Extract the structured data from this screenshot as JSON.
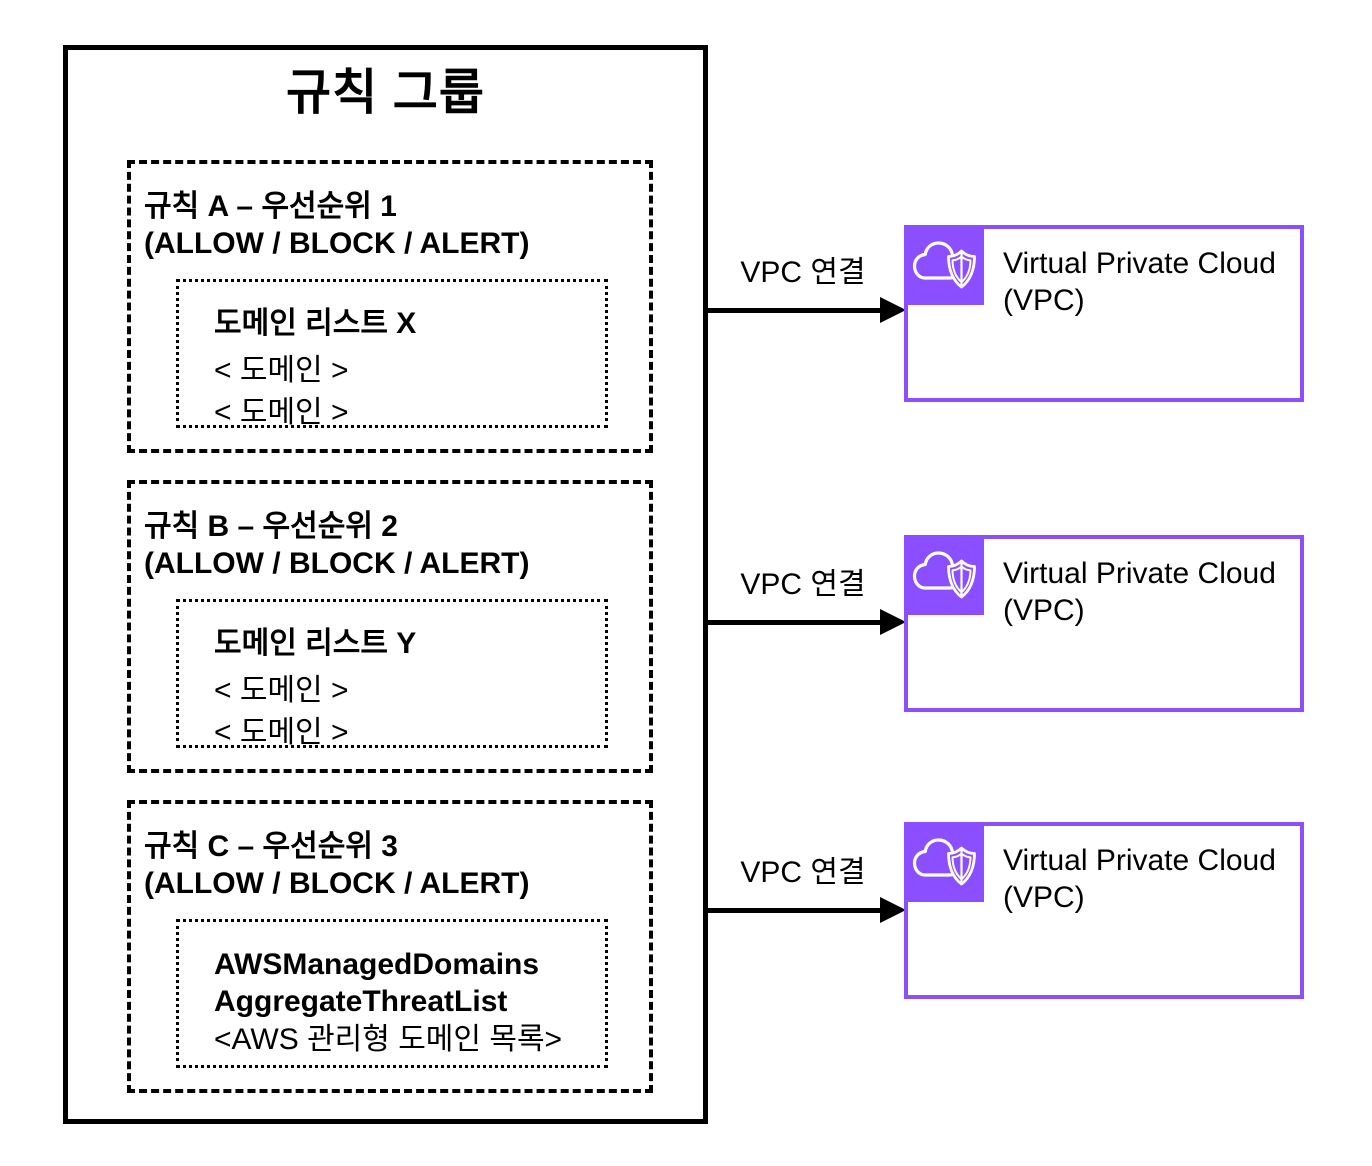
{
  "colors": {
    "accent_purple": "#8C4FFF",
    "line_black": "#000000",
    "background": "#ffffff"
  },
  "rule_group": {
    "title": "규칙 그룹",
    "rules": [
      {
        "title": "규칙 A – 우선순위 1",
        "actions": "(ALLOW / BLOCK / ALERT)",
        "domain_list": {
          "title_lines": [
            "도메인 리스트 X"
          ],
          "entries": [
            "< 도메인 >",
            "< 도메인 >"
          ]
        }
      },
      {
        "title": "규칙 B – 우선순위 2",
        "actions": "(ALLOW / BLOCK / ALERT)",
        "domain_list": {
          "title_lines": [
            "도메인 리스트 Y"
          ],
          "entries": [
            "< 도메인 >",
            "< 도메인 >"
          ]
        }
      },
      {
        "title": "규칙 C – 우선순위 3",
        "actions": "(ALLOW / BLOCK / ALERT)",
        "domain_list": {
          "title_lines": [
            "AWSManagedDomains",
            "AggregateThreatList"
          ],
          "entries": [
            "<AWS 관리형 도메인 목록>"
          ]
        }
      }
    ]
  },
  "connections": [
    {
      "label": "VPC 연결"
    },
    {
      "label": "VPC 연결"
    },
    {
      "label": "VPC 연결"
    }
  ],
  "vpc_nodes": [
    {
      "icon": "cloud-shield-icon",
      "label_lines": [
        "Virtual Private Cloud",
        "(VPC)"
      ]
    },
    {
      "icon": "cloud-shield-icon",
      "label_lines": [
        "Virtual Private Cloud",
        "(VPC)"
      ]
    },
    {
      "icon": "cloud-shield-icon",
      "label_lines": [
        "Virtual Private Cloud",
        "(VPC)"
      ]
    }
  ]
}
